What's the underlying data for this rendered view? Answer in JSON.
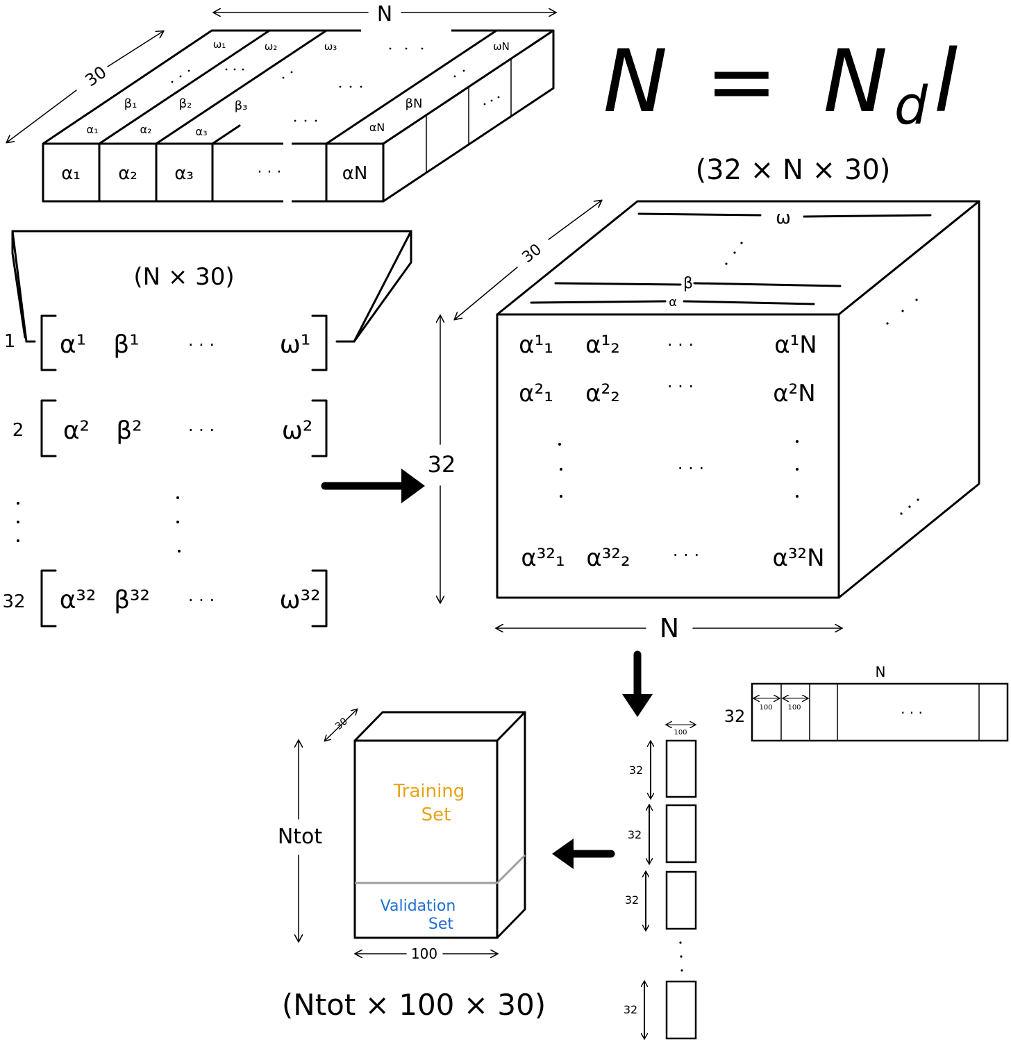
{
  "equation": {
    "lhs": "N",
    "eq": "=",
    "rhs_main": "N",
    "rhs_sub": "d",
    "rhs_tail": "l"
  },
  "top_slab": {
    "width_label": "N",
    "depth_label": "30",
    "front_cells": [
      "α₁",
      "α₂",
      "α₃",
      "· · ·",
      "αN"
    ],
    "alpha_row": [
      "α₁",
      "α₂",
      "α₃",
      "αN"
    ],
    "beta_row": [
      "β₁",
      "β₂",
      "β₃",
      "βN"
    ],
    "omega_row": [
      "ω₁",
      "ω₂",
      "ω₃",
      "ωN"
    ]
  },
  "matrix": {
    "shape_label": "(N × 30)",
    "rows": [
      {
        "index": "1",
        "a": "α¹",
        "b": "β¹",
        "dots": "· · ·",
        "w": "ω¹"
      },
      {
        "index": "2",
        "a": "α²",
        "b": "β²",
        "dots": "· · ·",
        "w": "ω²"
      },
      {
        "index": "32",
        "a": "α³²",
        "b": "β³²",
        "dots": "· · ·",
        "w": "ω³²"
      }
    ]
  },
  "cube": {
    "shape_label": "(32 × N × 30)",
    "height_label": "32",
    "depth_label": "30",
    "width_label": "N",
    "top_labels": {
      "omega": "ω",
      "beta": "β",
      "alpha": "α"
    },
    "front": {
      "row1": [
        "α¹₁",
        "α¹₂",
        "· · ·",
        "α¹N"
      ],
      "row2": [
        "α²₁",
        "α²₂",
        "· · ·",
        "α²N"
      ],
      "row_mid": "· · ·",
      "row32": [
        "α³²₁",
        "α³²₂",
        "· · ·",
        "α³²N"
      ]
    }
  },
  "strip": {
    "width_label": "N",
    "height_label": "32",
    "cell_labels": [
      "100",
      "100"
    ],
    "dots": "· · ·"
  },
  "chunks": {
    "width_label": "100",
    "height_labels": [
      "32",
      "32",
      "32",
      "32"
    ]
  },
  "dataset": {
    "height_label": "Ntot",
    "depth_label": "30",
    "width_label": "100",
    "training_line1": "Training",
    "training_line2": "Set",
    "validation_line1": "Validation",
    "validation_line2": "Set",
    "shape_label": "(Ntot × 100 × 30)",
    "colors": {
      "training": "#e8a317",
      "validation": "#1f6fd6",
      "divider": "#9e9e9e"
    }
  }
}
